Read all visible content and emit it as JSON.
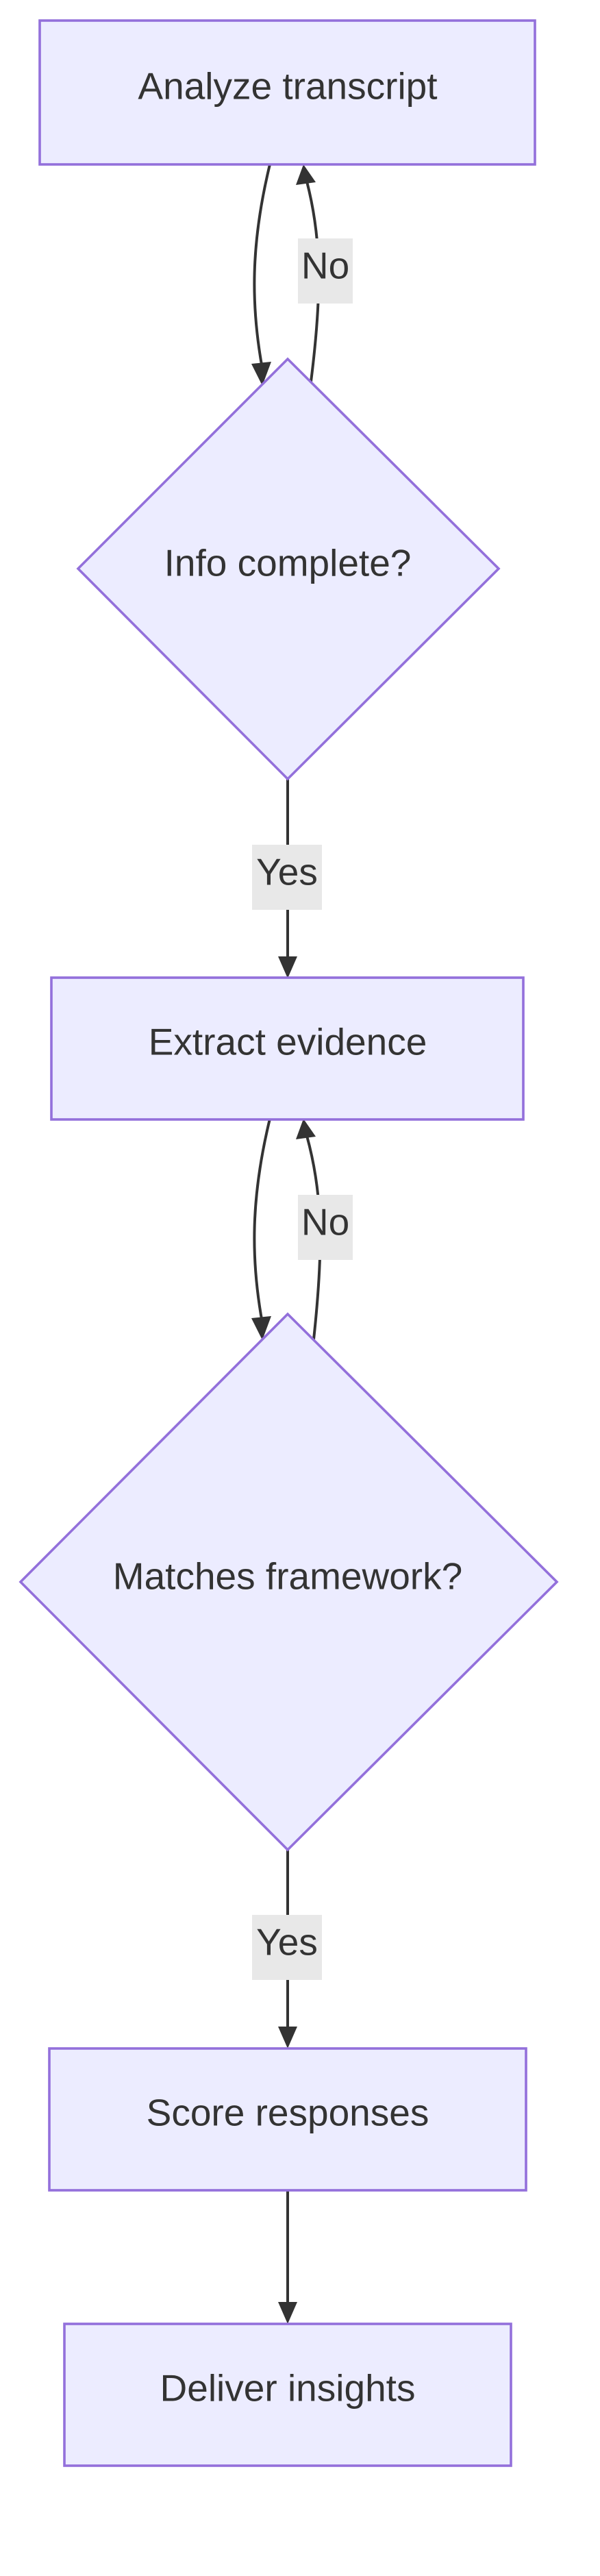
{
  "nodes": {
    "analyze": "Analyze transcript",
    "info_complete": "Info complete?",
    "extract": "Extract evidence",
    "matches_framework": "Matches framework?",
    "score": "Score responses",
    "deliver": "Deliver insights"
  },
  "edges": {
    "info_no": "No",
    "info_yes": "Yes",
    "framework_no": "No",
    "framework_yes": "Yes"
  },
  "colors": {
    "node_fill": "#ECECFF",
    "node_stroke": "#9370DB",
    "text": "#333333",
    "edge": "#333333",
    "edge_label_bg": "#E8E8E8"
  }
}
